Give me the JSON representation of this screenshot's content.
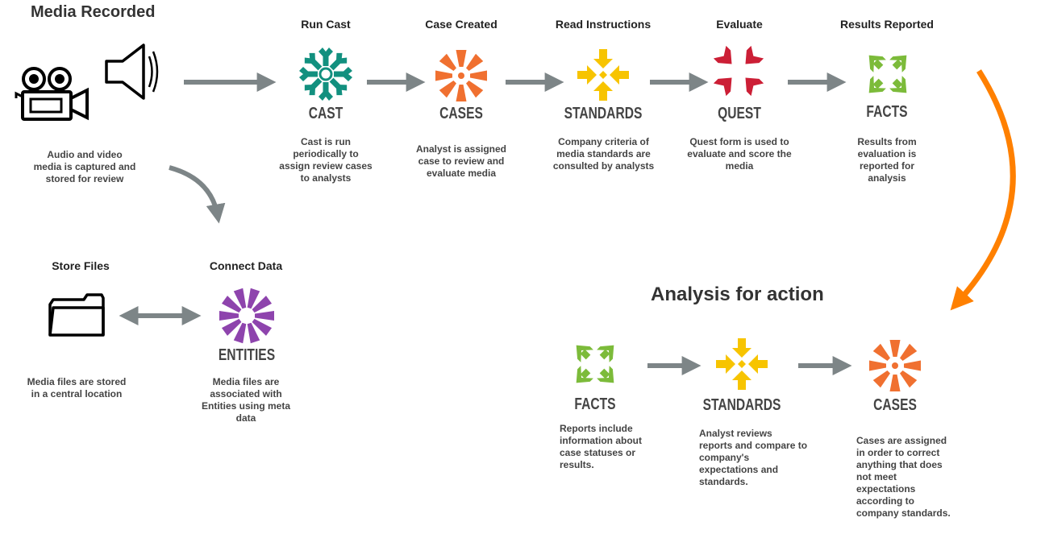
{
  "colors": {
    "cast": "#12907f",
    "cases": "#f07030",
    "standards": "#f7c400",
    "quest": "#cc1f36",
    "facts": "#7cbb3a",
    "entities": "#8e44ad",
    "arrow_gray": "#7d8587",
    "arrow_orange": "#ff8000",
    "label_text": "#444444"
  },
  "headings": {
    "media_recorded": "Media Recorded",
    "analysis_for_action": "Analysis for action"
  },
  "top_flow": {
    "media": {
      "icons": [
        "video-camera-icon",
        "speaker-icon"
      ],
      "description": "Audio and video media is captured and stored for review"
    },
    "steps": [
      {
        "title": "Run Cast",
        "label": "CAST",
        "icon": "cast-icon",
        "description": "Cast is run periodically to assign review cases to analysts"
      },
      {
        "title": "Case Created",
        "label": "CASES",
        "icon": "cases-icon",
        "description": "Analyst is assigned case to review and evaluate media"
      },
      {
        "title": "Read Instructions",
        "label": "STANDARDS",
        "icon": "standards-icon",
        "description": "Company criteria of media standards are consulted by analysts"
      },
      {
        "title": "Evaluate",
        "label": "QUEST",
        "icon": "quest-icon",
        "description": "Quest form is used to evaluate and score the media"
      },
      {
        "title": "Results Reported",
        "label": "FACTS",
        "icon": "facts-icon",
        "description": "Results from evaluation is reported for analysis"
      }
    ]
  },
  "storage_flow": {
    "store": {
      "title": "Store Files",
      "icon": "folder-icon",
      "description": "Media files are stored in a central location"
    },
    "connect": {
      "title": "Connect Data",
      "label": "ENTITIES",
      "icon": "entities-icon",
      "description": "Media files are associated with Entities using meta data"
    }
  },
  "analysis_flow": {
    "steps": [
      {
        "label": "FACTS",
        "icon": "facts-icon",
        "description": "Reports include information about case statuses or results."
      },
      {
        "label": "STANDARDS",
        "icon": "standards-icon",
        "description": "Analyst reviews reports and compare to company's expectations and standards."
      },
      {
        "label": "CASES",
        "icon": "cases-icon",
        "description": "Cases are assigned in order to correct anything that does not meet expectations according to company standards."
      }
    ]
  }
}
